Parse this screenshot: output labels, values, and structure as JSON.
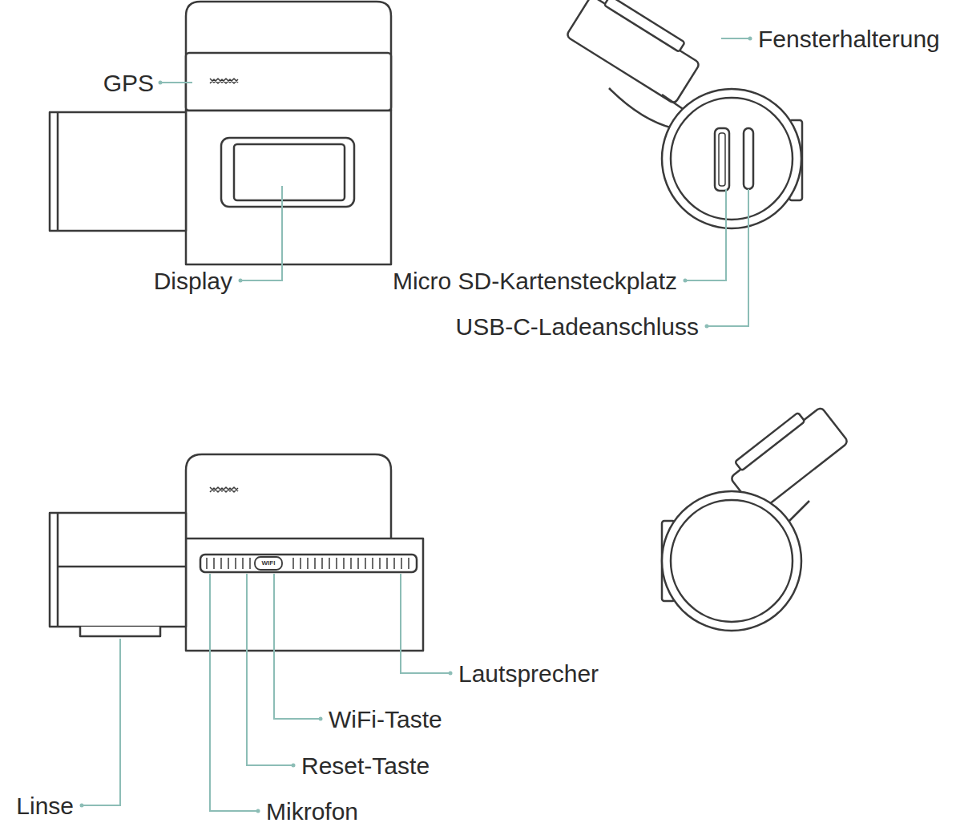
{
  "diagram": {
    "labels": [
      "Fensterhalterung",
      "GPS",
      "Display",
      "Micro SD-Kartensteckplatz",
      "USB-C-Ladeanschluss",
      "Lautsprecher",
      "WIFI",
      "WiFi-Taste",
      "Reset-Taste",
      "Linse",
      "Mikrofon"
    ]
  }
}
